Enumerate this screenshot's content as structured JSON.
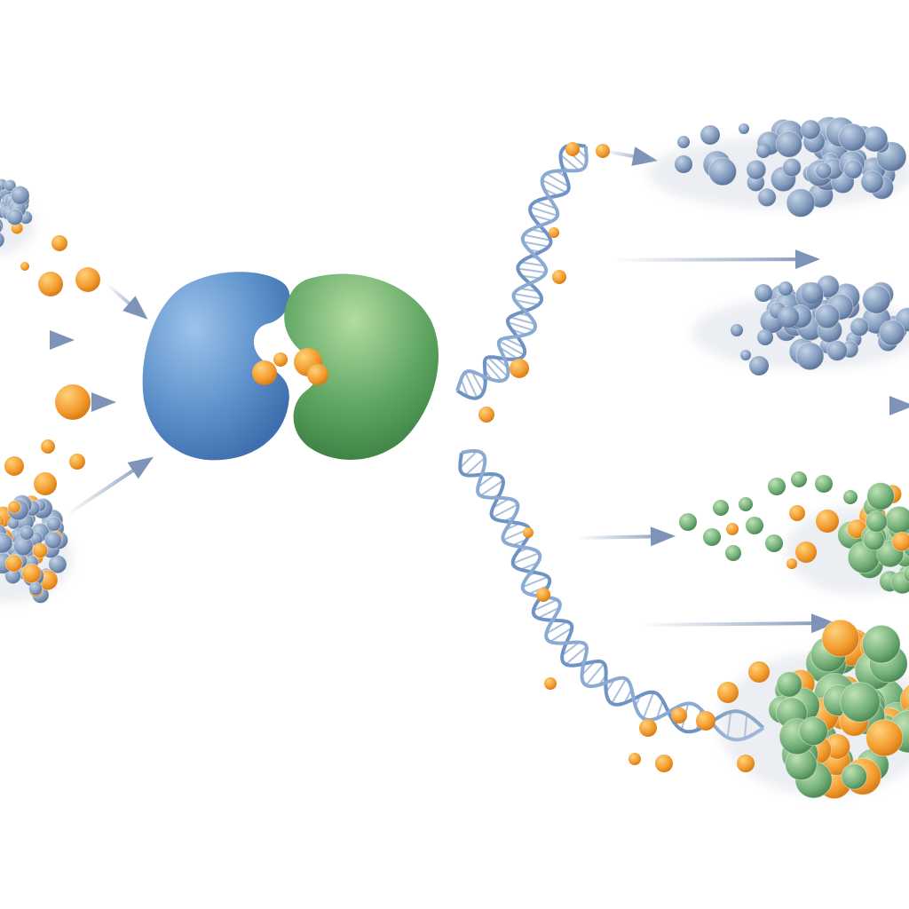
{
  "illustration": {
    "colors": {
      "background": "#ffffff",
      "protein_blue": "#5b8cc8",
      "protein_blue_light": "#8bb6e2",
      "protein_green": "#5aa25c",
      "protein_green_light": "#9fd08f",
      "ligand_orange": "#f2a23a",
      "dna_strand": "#7d9fcc",
      "arrow": "#8a9fc0",
      "cluster_blue": "#7f98bb",
      "cluster_green": "#79b47c"
    },
    "icons": [
      "protein-complex",
      "ligand-sphere",
      "dna-helix",
      "arrow",
      "molecular-cluster"
    ]
  }
}
